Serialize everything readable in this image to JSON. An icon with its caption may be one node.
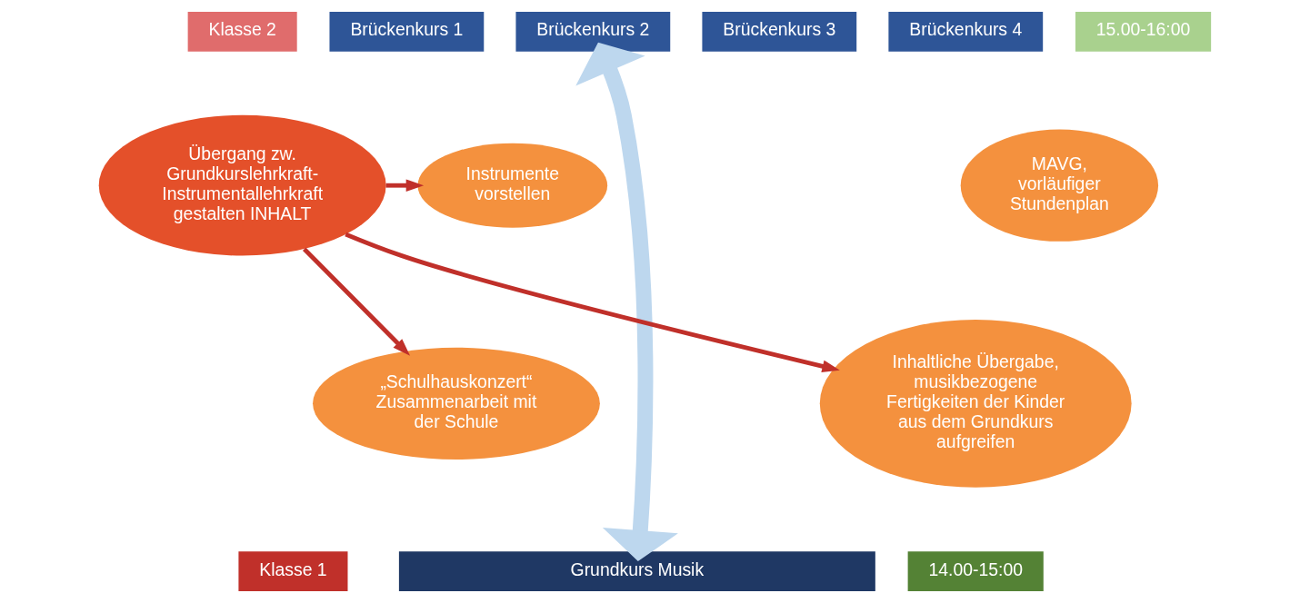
{
  "diagram": {
    "nodes": [
      {
        "text": [
          "Klasse 2"
        ]
      },
      {
        "text": [
          "Brückenkurs 1"
        ]
      },
      {
        "text": [
          "Brückenkurs 2"
        ]
      },
      {
        "text": [
          "Brückenkurs 3"
        ]
      },
      {
        "text": [
          "Brückenkurs 4"
        ]
      },
      {
        "text": [
          "15.00-16:00"
        ]
      },
      {
        "text": [
          "Übergang zw. Grundkurslehrkraft- Instrumentallehrkraft gestalten INHALT"
        ]
      },
      {
        "text": [
          "Instrumente vorstellen"
        ]
      },
      {
        "text": [
          "MAVG, vorläufiger Stundenplan"
        ]
      },
      {
        "text": [
          "Inhaltliche Übergabe, musikbezogene Fertigkeiten der Kinder aus dem Grundkurs aufgreifen"
        ]
      },
      {
        "text": [
          "„Schulhauskonzert“ Zusammenarbeit mit der Schule"
        ]
      },
      {
        "text": [
          "Klasse 1"
        ]
      },
      {
        "text": [
          "Grundkurs Musik"
        ]
      },
      {
        "text": [
          "14.00-15:00"
        ]
      }
    ],
    "edges": [
      {
        "from": 6,
        "to": 7,
        "arrow": "to"
      },
      {
        "from": 6,
        "to": 9,
        "arrow": "to"
      },
      {
        "from": 6,
        "to": 10,
        "arrow": "to"
      },
      {
        "from": 2,
        "to": 12,
        "arrow": "both",
        "style": "thick",
        "color": "#bdd7ee"
      }
    ]
  }
}
